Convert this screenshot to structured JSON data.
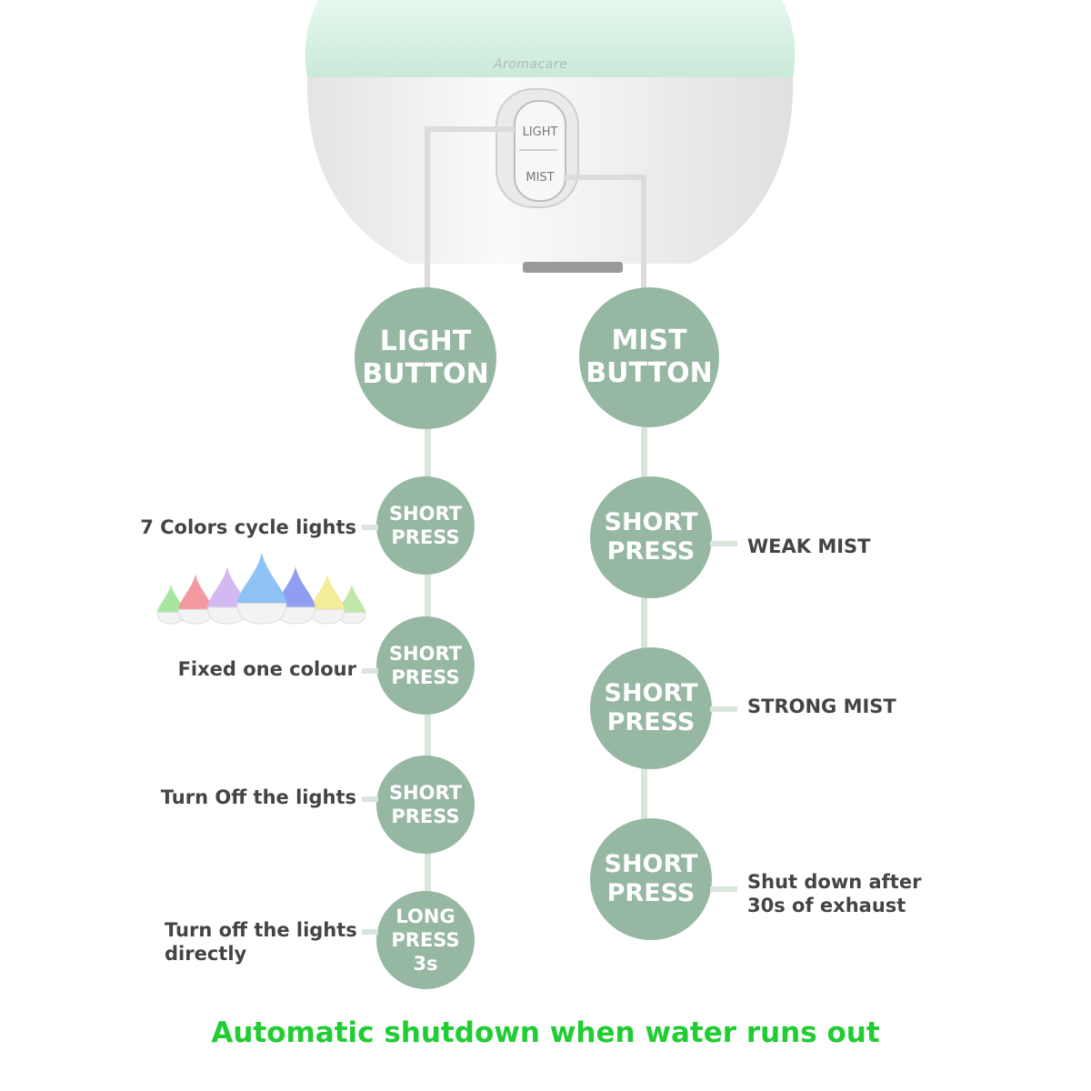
{
  "colors": {
    "circle": "#96b7a2",
    "connector": "#d9e6dc",
    "label": "#444444",
    "footer": "#22cc33",
    "dome_top": "#d6f0e1",
    "dome_bottom": "#f2f2f2"
  },
  "device": {
    "brand": "Aromacare",
    "light_button": "LIGHT",
    "mist_button": "MIST"
  },
  "light": {
    "title_line1": "LIGHT",
    "title_line2": "BUTTON",
    "steps": [
      {
        "line1": "SHORT",
        "line2": "PRESS",
        "line3": "",
        "label_line1": "7 Colors cycle lights",
        "label_line2": ""
      },
      {
        "line1": "SHORT",
        "line2": "PRESS",
        "line3": "",
        "label_line1": "Fixed one colour",
        "label_line2": ""
      },
      {
        "line1": "SHORT",
        "line2": "PRESS",
        "line3": "",
        "label_line1": "Turn Off the lights",
        "label_line2": ""
      },
      {
        "line1": "LONG",
        "line2": "PRESS",
        "line3": "3s",
        "label_line1": "Turn off the lights",
        "label_line2": "directly"
      }
    ]
  },
  "mist": {
    "title_line1": "MIST",
    "title_line2": "BUTTON",
    "steps": [
      {
        "line1": "SHORT",
        "line2": "PRESS",
        "label_line1": "WEAK MIST",
        "label_line2": ""
      },
      {
        "line1": "SHORT",
        "line2": "PRESS",
        "label_line1": "STRONG MIST",
        "label_line2": ""
      },
      {
        "line1": "SHORT",
        "line2": "PRESS",
        "label_line1": "Shut down after",
        "label_line2": "30s of exhaust"
      }
    ]
  },
  "colour_drops": [
    "#a8e6a0",
    "#f39aa0",
    "#d3b8f2",
    "#8fc3f5",
    "#8f9ef0",
    "#f3ec9a",
    "#bfe8a8"
  ],
  "footer": "Automatic shutdown when water runs out"
}
